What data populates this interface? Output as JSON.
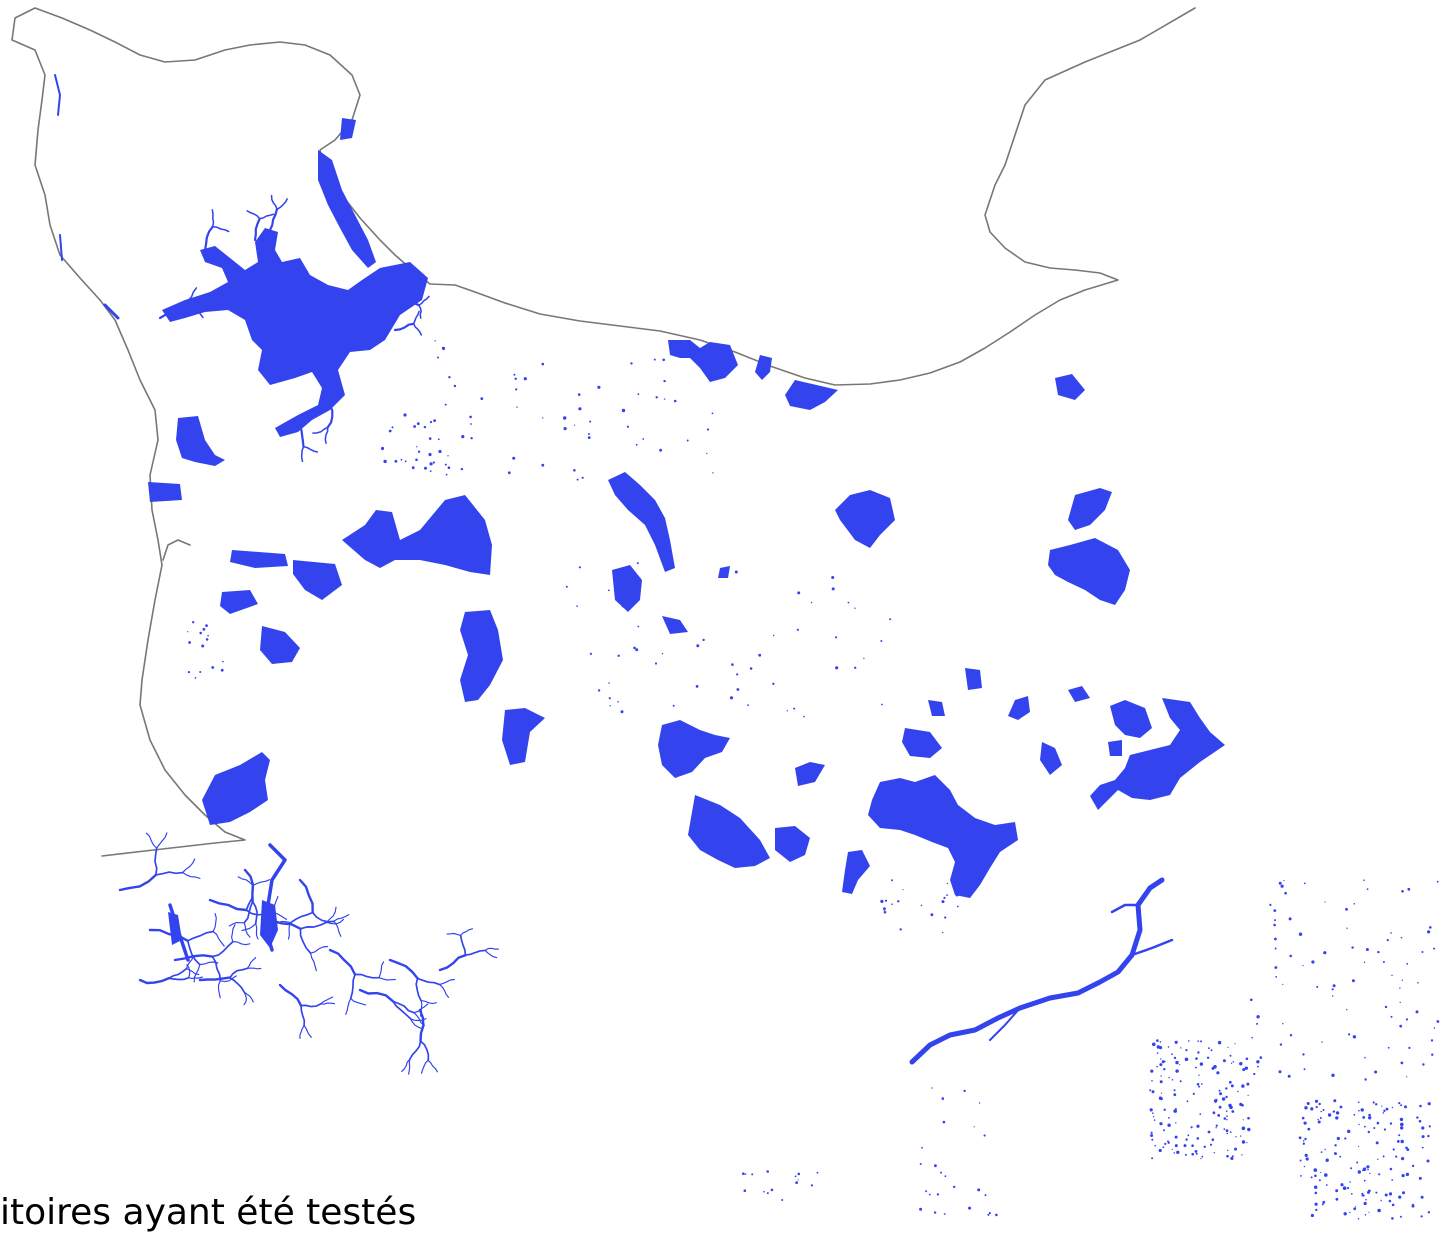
{
  "map": {
    "caption": "itoires ayant été testés",
    "colors": {
      "territory": "#3344ee",
      "coastline": "#777777",
      "background": "#ffffff"
    },
    "layers": [
      "coastline",
      "territory-polygons",
      "river-network"
    ]
  }
}
